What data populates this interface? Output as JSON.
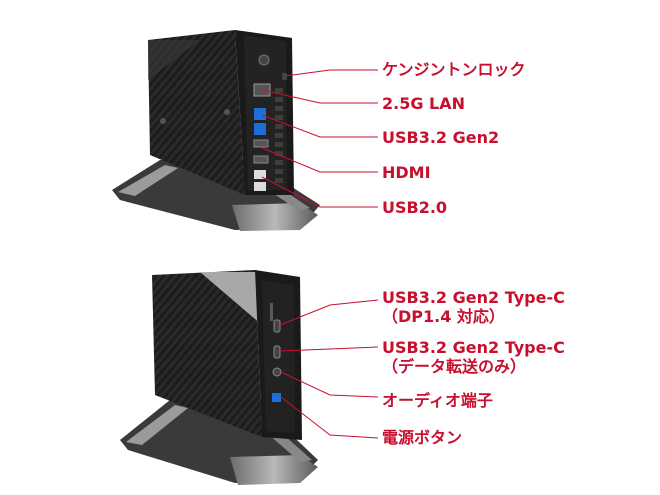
{
  "top_view": {
    "labels": [
      {
        "text": "ケンジントンロック"
      },
      {
        "text": "2.5G LAN"
      },
      {
        "text": "USB3.2 Gen2"
      },
      {
        "text": "HDMI"
      },
      {
        "text": "USB2.0"
      }
    ]
  },
  "bottom_view": {
    "labels": [
      {
        "text": "USB3.2 Gen2 Type-C",
        "sub": "（DP1.4 対応）"
      },
      {
        "text": "USB3.2 Gen2 Type-C",
        "sub": "（データ転送のみ）"
      },
      {
        "text": "オーディオ端子"
      },
      {
        "text": "電源ボタン"
      }
    ]
  },
  "colors": {
    "label": "#c8102e",
    "leader_line": "#c8102e",
    "body": "#222222",
    "stand": "#8a8a8a",
    "usb_blue": "#1e6fd9"
  }
}
